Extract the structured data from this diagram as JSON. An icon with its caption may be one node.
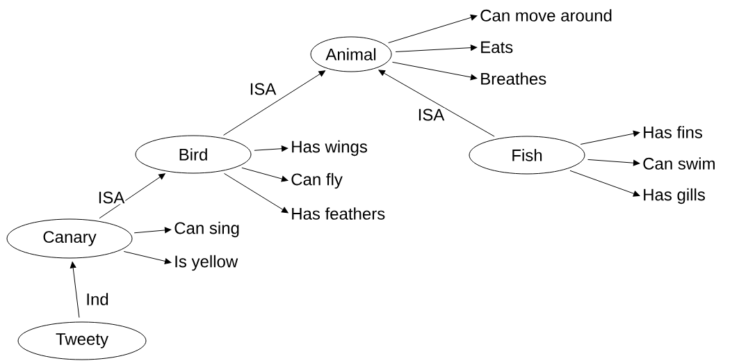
{
  "diagram": {
    "nodes": [
      {
        "text": [
          "Animal"
        ]
      },
      {
        "text": [
          "Can move around"
        ]
      },
      {
        "text": [
          "Eats"
        ]
      },
      {
        "text": [
          "Breathes"
        ]
      },
      {
        "text": [
          "Bird"
        ]
      },
      {
        "text": [
          "Has wings"
        ]
      },
      {
        "text": [
          "Can fly"
        ]
      },
      {
        "text": [
          "Has feathers"
        ]
      },
      {
        "text": [
          "Fish"
        ]
      },
      {
        "text": [
          "Has fins"
        ]
      },
      {
        "text": [
          "Can swim"
        ]
      },
      {
        "text": [
          "Has gills"
        ]
      },
      {
        "text": [
          "Canary"
        ]
      },
      {
        "text": [
          "Can sing"
        ]
      },
      {
        "text": [
          "Is yellow"
        ]
      },
      {
        "text": [
          "Tweety"
        ]
      }
    ],
    "edges": [
      {
        "from": 0,
        "to": 1,
        "arrow": "to"
      },
      {
        "from": 0,
        "to": 2,
        "arrow": "to"
      },
      {
        "from": 0,
        "to": 3,
        "arrow": "to"
      },
      {
        "from": 4,
        "to": 0,
        "arrow": "to",
        "label": "ISA"
      },
      {
        "from": 4,
        "to": 5,
        "arrow": "to"
      },
      {
        "from": 4,
        "to": 6,
        "arrow": "to"
      },
      {
        "from": 4,
        "to": 7,
        "arrow": "to"
      },
      {
        "from": 8,
        "to": 0,
        "arrow": "to",
        "label": "ISA"
      },
      {
        "from": 8,
        "to": 9,
        "arrow": "to"
      },
      {
        "from": 8,
        "to": 10,
        "arrow": "to"
      },
      {
        "from": 8,
        "to": 11,
        "arrow": "to"
      },
      {
        "from": 12,
        "to": 4,
        "arrow": "to",
        "label": "ISA"
      },
      {
        "from": 12,
        "to": 13,
        "arrow": "to"
      },
      {
        "from": 12,
        "to": 14,
        "arrow": "to"
      },
      {
        "from": 15,
        "to": 12,
        "arrow": "to",
        "label": "Ind"
      }
    ]
  }
}
